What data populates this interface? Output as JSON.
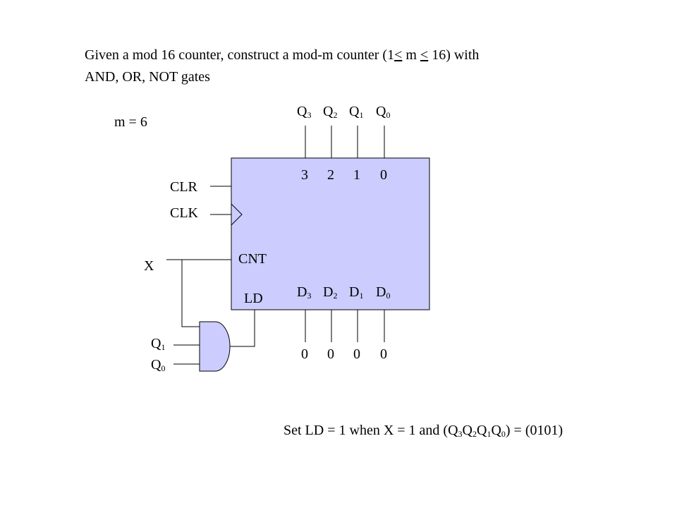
{
  "problem": {
    "line1_pre": "Given a mod 16 counter, construct a mod-m counter (1",
    "le_symbol": "<",
    "line1_mid": "m",
    "line1_post": "16) with",
    "line2": "AND, OR, NOT gates"
  },
  "m_value": "m = 6",
  "outputs": [
    {
      "letter": "Q",
      "index": "3"
    },
    {
      "letter": "Q",
      "index": "2"
    },
    {
      "letter": "Q",
      "index": "1"
    },
    {
      "letter": "Q",
      "index": "0"
    }
  ],
  "output_bits": [
    "3",
    "2",
    "1",
    "0"
  ],
  "inputs": [
    {
      "letter": "D",
      "index": "3"
    },
    {
      "letter": "D",
      "index": "2"
    },
    {
      "letter": "D",
      "index": "1"
    },
    {
      "letter": "D",
      "index": "0"
    }
  ],
  "input_values": [
    "0",
    "0",
    "0",
    "0"
  ],
  "pins": {
    "clr": "CLR",
    "clk": "CLK",
    "cnt": "CNT",
    "ld": "LD"
  },
  "x_label": "X",
  "gate_inputs": [
    {
      "letter": "Q",
      "index": "1"
    },
    {
      "letter": "Q",
      "index": "0"
    }
  ],
  "note": {
    "pre": "Set LD = 1 when  X = 1 and (",
    "terms": [
      {
        "letter": "Q",
        "index": "3"
      },
      {
        "letter": "Q",
        "index": "2"
      },
      {
        "letter": "Q",
        "index": "1"
      },
      {
        "letter": "Q",
        "index": "0"
      }
    ],
    "post": ") = (0101)"
  },
  "colors": {
    "counter_fill": "#ccccff",
    "stroke": "#000000"
  }
}
